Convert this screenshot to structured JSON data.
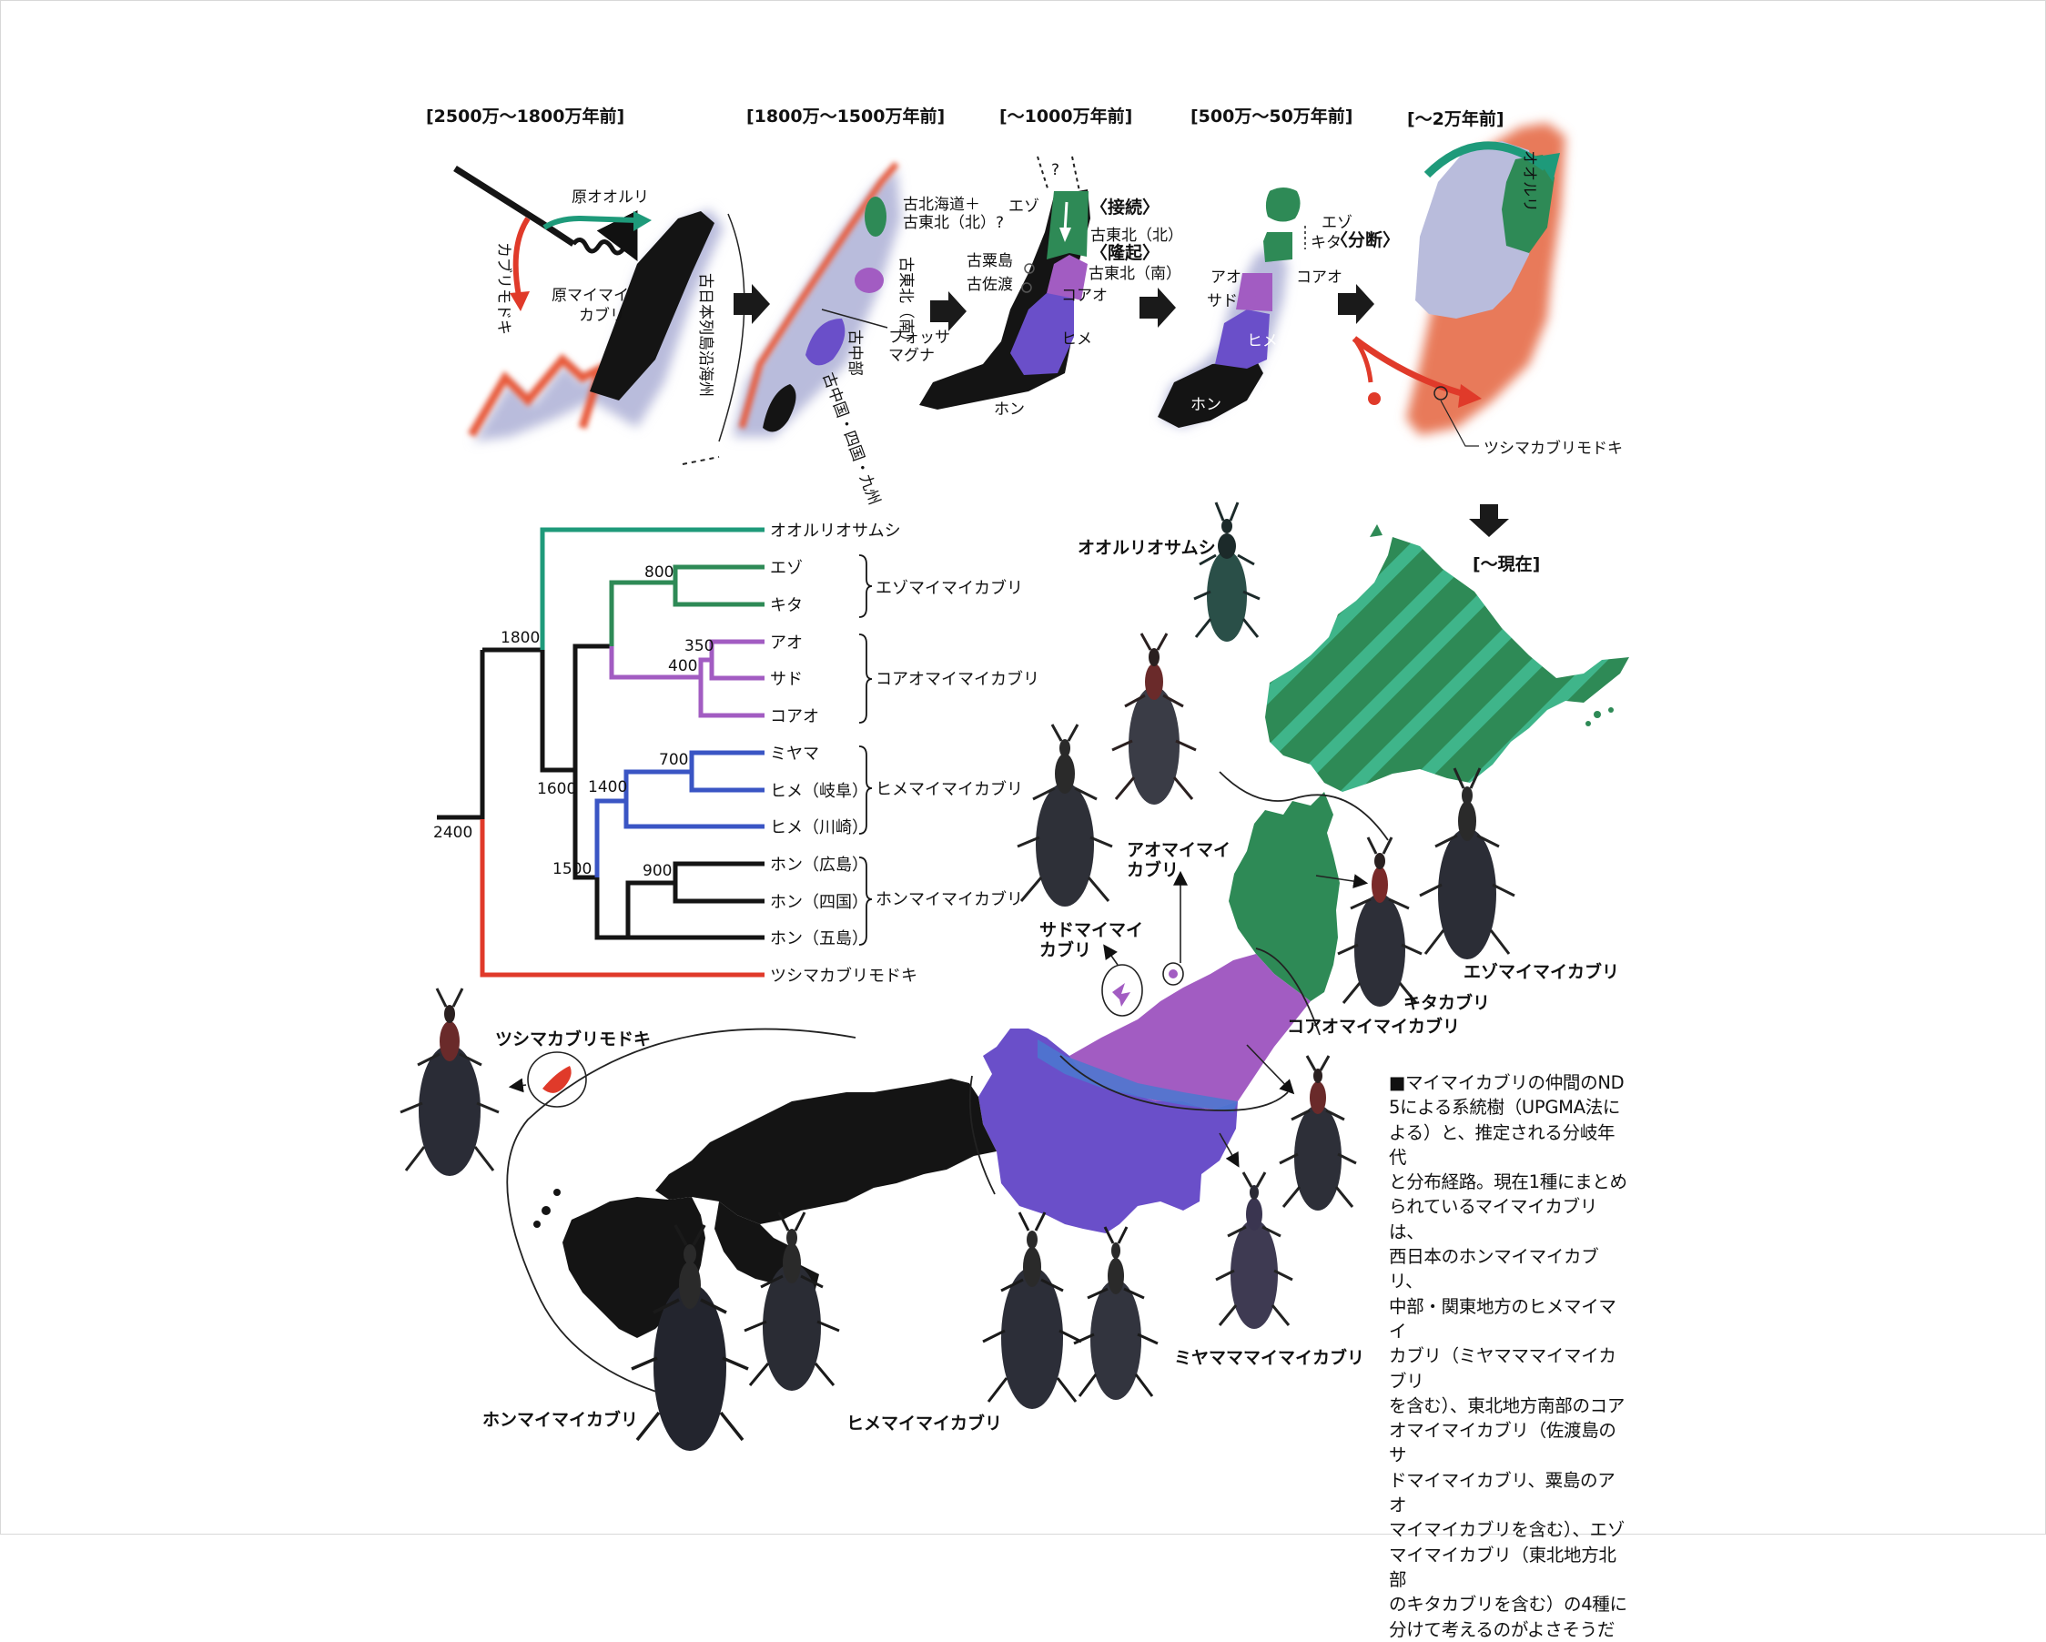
{
  "eras": {
    "e1": "[2500万〜1800万年前]",
    "e2": "[1800万〜1500万年前]",
    "e3": "[〜1000万年前]",
    "e4": "[500万〜50万年前]",
    "e5": "[〜2万年前]",
    "e6": "[〜現在]"
  },
  "panel1": {
    "ooruri": "原オオルリ",
    "kaburimodoki": "カブリモドキ",
    "maimai1": "原マイマイ",
    "maimai2": "カブリ",
    "coast": "古日本列島沿海州"
  },
  "panel2": {
    "hokkai1": "古北海道＋",
    "hokkai2": "古東北（北）?",
    "tohoku_s": "古東北（南）",
    "chubu": "古中部",
    "chugoku": "古中国・四国・九州",
    "fossa1": "フォッサ",
    "fossa2": "マグナ"
  },
  "panel3": {
    "q": "?",
    "ezo": "エゾ",
    "connect": "〈接続〉",
    "tohoku_n": "古東北（北）",
    "uplift": "〈隆起〉",
    "tohoku_s": "古東北（南）",
    "awashima": "古粟島",
    "sado": "古佐渡",
    "koao": "コアオ",
    "hime": "ヒメ",
    "hon": "ホン"
  },
  "panel4": {
    "ezo": "エゾ",
    "kita": "キタ",
    "split": "〈分断〉",
    "ao": "アオ",
    "sado": "サド",
    "koao": "コアオ",
    "hime": "ヒメ",
    "hon": "ホン"
  },
  "panel5": {
    "ooruri": "オオルリ",
    "tsushima": "ツシマカブリモドキ"
  },
  "tree": {
    "leaves": [
      "オオルリオサムシ",
      "エゾ",
      "キタ",
      "アオ",
      "サド",
      "コアオ",
      "ミヤマ",
      "ヒメ（岐阜）",
      "ヒメ（川崎）",
      "ホン（広島）",
      "ホン（四国）",
      "ホン（五島）",
      "ツシマカブリモドキ"
    ],
    "nodes": [
      "2400",
      "1800",
      "1600",
      "1500",
      "1400",
      "900",
      "800",
      "700",
      "400",
      "350"
    ],
    "groups": [
      "エゾマイマイカブリ",
      "コアオマイマイカブリ",
      "ヒメマイマイカブリ",
      "ホンマイマイカブリ"
    ]
  },
  "map": {
    "ooruri": "オオルリオサムシ",
    "ao1": "アオマイマイ",
    "ao2": "カブリ",
    "sado1": "サドマイマイ",
    "sado2": "カブリ",
    "tsushima": "ツシマカブリモドキ",
    "ezo": "エゾマイマイカブリ",
    "kita": "キタカブリ",
    "koao": "コアオマイマイカブリ",
    "miyama": "ミヤマママイマイカブリ",
    "hon": "ホンマイマイカブリ",
    "hime": "ヒメマイマイカブリ"
  },
  "caption": [
    "■マイマイカブリの仲間のND",
    "5による系統樹（UPGMA法に",
    "よる）と、推定される分岐年代",
    "と分布経路。現在1種にまとめ",
    "られているマイマイカブリは、",
    "西日本のホンマイマイカブリ、",
    "中部・関東地方のヒメマイマイ",
    "カブリ（ミヤマママイマイカブリ",
    "を含む）、東北地方南部のコア",
    "オマイマイカブリ（佐渡島のサ",
    "ドマイマイカブリ、粟島のアオ",
    "マイマイカブリを含む）、エゾ",
    "マイマイカブリ（東北地方北部",
    "のキタカブリを含む）の4種に",
    "分けて考えるのがよさそうだ"
  ],
  "colors": {
    "green": "#2e8a56",
    "teal": "#1e9a7a",
    "purple": "#a25cc2",
    "violet": "#6a4fc9",
    "blue": "#3a55c4",
    "red": "#e03a2a",
    "black": "#141414",
    "land": "#b9bcdc"
  }
}
